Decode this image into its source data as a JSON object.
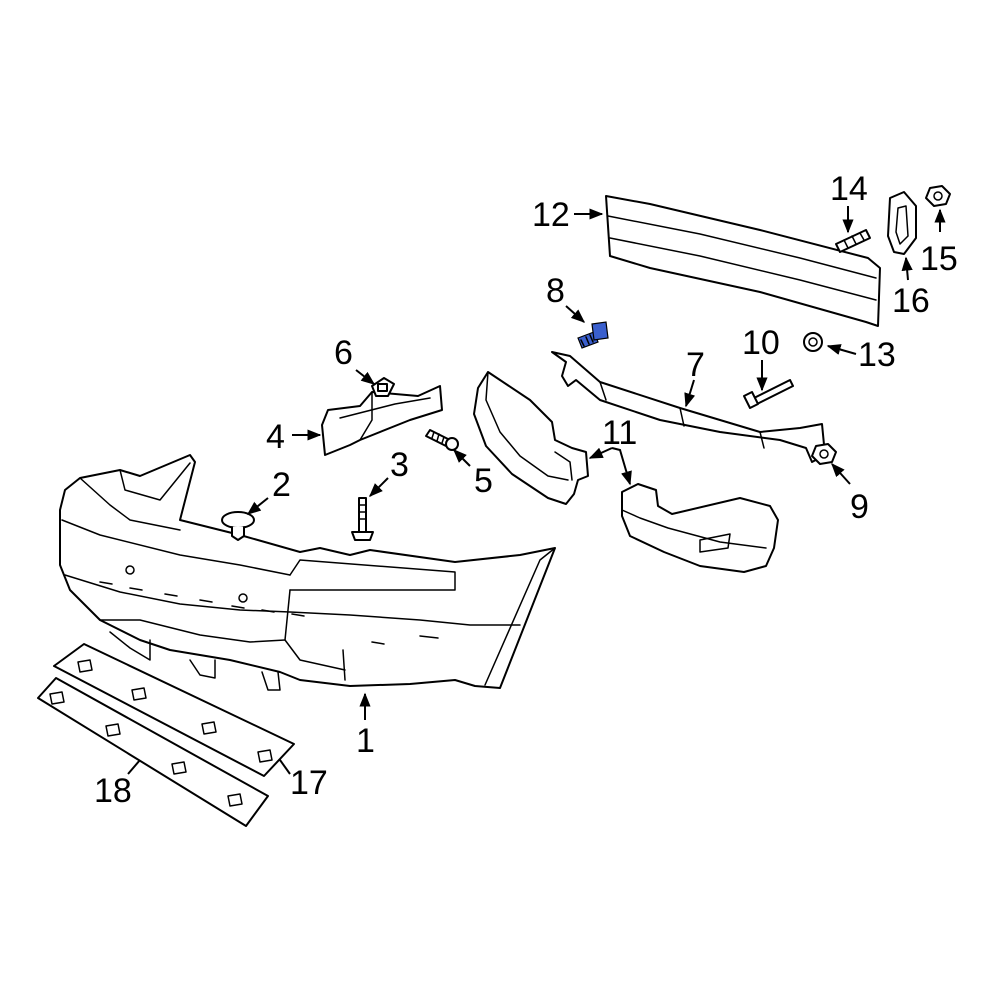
{
  "callouts": {
    "c1": "1",
    "c2": "2",
    "c3": "3",
    "c4": "4",
    "c5": "5",
    "c6": "6",
    "c7": "7",
    "c8": "8",
    "c9": "9",
    "c10": "10",
    "c11": "11",
    "c12": "12",
    "c13": "13",
    "c14": "14",
    "c15": "15",
    "c16": "16",
    "c17": "17",
    "c18": "18"
  },
  "colors": {
    "highlight": "#3a5fcd",
    "line": "#000000",
    "background": "#ffffff"
  }
}
